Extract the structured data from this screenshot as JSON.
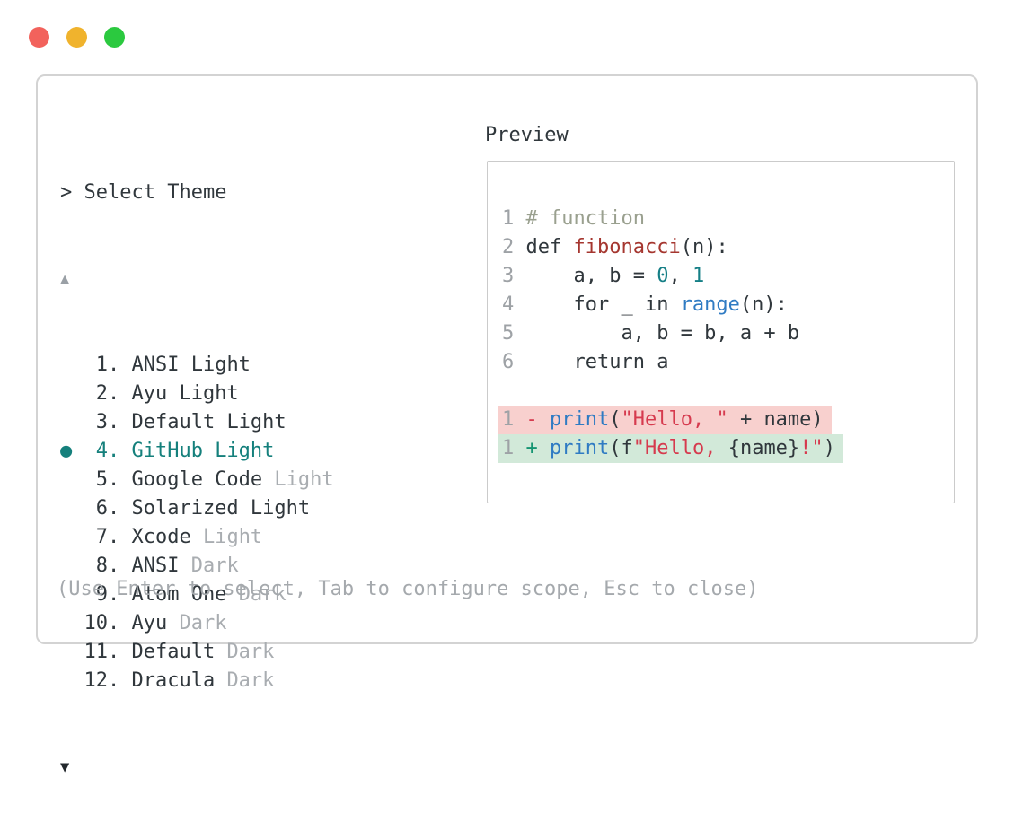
{
  "window_controls": {
    "close_color": "#f2625c",
    "minimize_color": "#f0b32d",
    "zoom_color": "#2bc93f"
  },
  "colors": {
    "text": "#30373c",
    "muted": "#a9adb1",
    "selected": "#15807c",
    "diff_minus_bg": "#f8d0ce",
    "diff_plus_bg": "#d2e9d9",
    "panel_border": "#d3d3d3",
    "preview_border": "#cbcbcb"
  },
  "picker": {
    "prompt": "> ",
    "title": "Select Theme",
    "scroll_up_icon": "▲",
    "scroll_down_icon": "▼",
    "selected_bullet": "●",
    "items": [
      {
        "number": " 1",
        "name": "ANSI",
        "variant": "Light",
        "muted": false,
        "selected": false
      },
      {
        "number": " 2",
        "name": "Ayu",
        "variant": "Light",
        "muted": false,
        "selected": false
      },
      {
        "number": " 3",
        "name": "Default",
        "variant": "Light",
        "muted": false,
        "selected": false
      },
      {
        "number": " 4",
        "name": "GitHub",
        "variant": "Light",
        "muted": false,
        "selected": true
      },
      {
        "number": " 5",
        "name": "Google Code",
        "variant": "Light",
        "muted": true,
        "selected": false
      },
      {
        "number": " 6",
        "name": "Solarized",
        "variant": "Light",
        "muted": false,
        "selected": false
      },
      {
        "number": " 7",
        "name": "Xcode",
        "variant": "Light",
        "muted": true,
        "selected": false
      },
      {
        "number": " 8",
        "name": "ANSI",
        "variant": "Dark",
        "muted": true,
        "selected": false
      },
      {
        "number": " 9",
        "name": "Atom One",
        "variant": "Dark",
        "muted": true,
        "selected": false
      },
      {
        "number": "10",
        "name": "Ayu",
        "variant": "Dark",
        "muted": true,
        "selected": false
      },
      {
        "number": "11",
        "name": "Default",
        "variant": "Dark",
        "muted": true,
        "selected": false
      },
      {
        "number": "12",
        "name": "Dracula",
        "variant": "Dark",
        "muted": true,
        "selected": false
      }
    ],
    "hint": "(Use Enter to select, Tab to configure scope, Esc to close)"
  },
  "preview": {
    "title": "Preview",
    "lines": [
      {
        "bg": null,
        "segments": [
          {
            "t": "1 ",
            "c": "ln"
          },
          {
            "t": "# function",
            "c": "comment"
          }
        ]
      },
      {
        "bg": null,
        "segments": [
          {
            "t": "2 ",
            "c": "ln"
          },
          {
            "t": "def ",
            "c": "text"
          },
          {
            "t": "fibonacci",
            "c": "func"
          },
          {
            "t": "(n):",
            "c": "text"
          }
        ]
      },
      {
        "bg": null,
        "segments": [
          {
            "t": "3 ",
            "c": "ln"
          },
          {
            "t": "    a, b = ",
            "c": "text"
          },
          {
            "t": "0",
            "c": "numlit"
          },
          {
            "t": ", ",
            "c": "text"
          },
          {
            "t": "1",
            "c": "numlit"
          }
        ]
      },
      {
        "bg": null,
        "segments": [
          {
            "t": "4 ",
            "c": "ln"
          },
          {
            "t": "    for _ in ",
            "c": "text"
          },
          {
            "t": "range",
            "c": "builtin"
          },
          {
            "t": "(n):",
            "c": "text"
          }
        ]
      },
      {
        "bg": null,
        "segments": [
          {
            "t": "5 ",
            "c": "ln"
          },
          {
            "t": "        a, b = b, a + b",
            "c": "text"
          }
        ]
      },
      {
        "bg": null,
        "segments": [
          {
            "t": "6 ",
            "c": "ln"
          },
          {
            "t": "    return a",
            "c": "text"
          }
        ]
      },
      {
        "bg": null,
        "segments": []
      },
      {
        "bg": "minus",
        "segments": [
          {
            "t": "1 ",
            "c": "ln"
          },
          {
            "t": "- ",
            "c": "minus"
          },
          {
            "t": "print",
            "c": "builtin"
          },
          {
            "t": "(",
            "c": "text"
          },
          {
            "t": "\"Hello, \"",
            "c": "string"
          },
          {
            "t": " + name)",
            "c": "text"
          }
        ]
      },
      {
        "bg": "plus",
        "segments": [
          {
            "t": "1 ",
            "c": "ln"
          },
          {
            "t": "+ ",
            "c": "plus"
          },
          {
            "t": "print",
            "c": "builtin"
          },
          {
            "t": "(f",
            "c": "text"
          },
          {
            "t": "\"Hello, ",
            "c": "string"
          },
          {
            "t": "{name}",
            "c": "text"
          },
          {
            "t": "!\"",
            "c": "string"
          },
          {
            "t": ")",
            "c": "text"
          }
        ]
      }
    ]
  }
}
